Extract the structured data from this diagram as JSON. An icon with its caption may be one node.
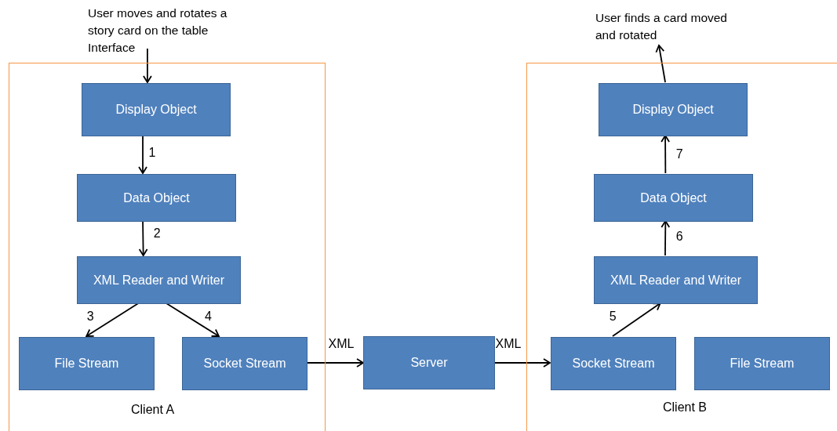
{
  "diagram": {
    "nodes": [
      {
        "text": [
          "Client A"
        ]
      },
      {
        "text": [
          "Display Object"
        ],
        "in": 0
      },
      {
        "text": [
          "Data Object"
        ],
        "in": 0
      },
      {
        "text": [
          "XML Reader and Writer"
        ],
        "in": 0
      },
      {
        "text": [
          "File Stream"
        ],
        "in": 0
      },
      {
        "text": [
          "Socket Stream"
        ],
        "in": 0
      },
      {
        "text": [
          "Server"
        ]
      },
      {
        "text": [
          "Client B"
        ]
      },
      {
        "text": [
          "Display Object"
        ],
        "in": 7
      },
      {
        "text": [
          "Data Object"
        ],
        "in": 7
      },
      {
        "text": [
          "XML Reader and Writer"
        ],
        "in": 7
      },
      {
        "text": [
          "Socket Stream"
        ],
        "in": 7
      },
      {
        "text": [
          "File Stream"
        ],
        "in": 7
      },
      {
        "text": [
          "User moves and rotates a story card on the table Interface"
        ]
      },
      {
        "text": [
          "User finds a card moved and rotated"
        ]
      }
    ],
    "edges": [
      {
        "from": 13,
        "to": 1,
        "arrow": "to"
      },
      {
        "from": 1,
        "to": 2,
        "arrow": "to",
        "label": "1"
      },
      {
        "from": 2,
        "to": 3,
        "arrow": "to",
        "label": "2"
      },
      {
        "from": 3,
        "to": 4,
        "arrow": "to",
        "label": "3"
      },
      {
        "from": 3,
        "to": 5,
        "arrow": "to",
        "label": "4"
      },
      {
        "from": 5,
        "to": 6,
        "arrow": "to",
        "label": "XML"
      },
      {
        "from": 6,
        "to": 11,
        "arrow": "to",
        "label": "XML"
      },
      {
        "from": 11,
        "to": 10,
        "arrow": "to",
        "label": "5"
      },
      {
        "from": 10,
        "to": 9,
        "arrow": "to",
        "label": "6"
      },
      {
        "from": 9,
        "to": 8,
        "arrow": "to",
        "label": "7"
      },
      {
        "from": 8,
        "to": 14,
        "arrow": "to"
      }
    ]
  }
}
